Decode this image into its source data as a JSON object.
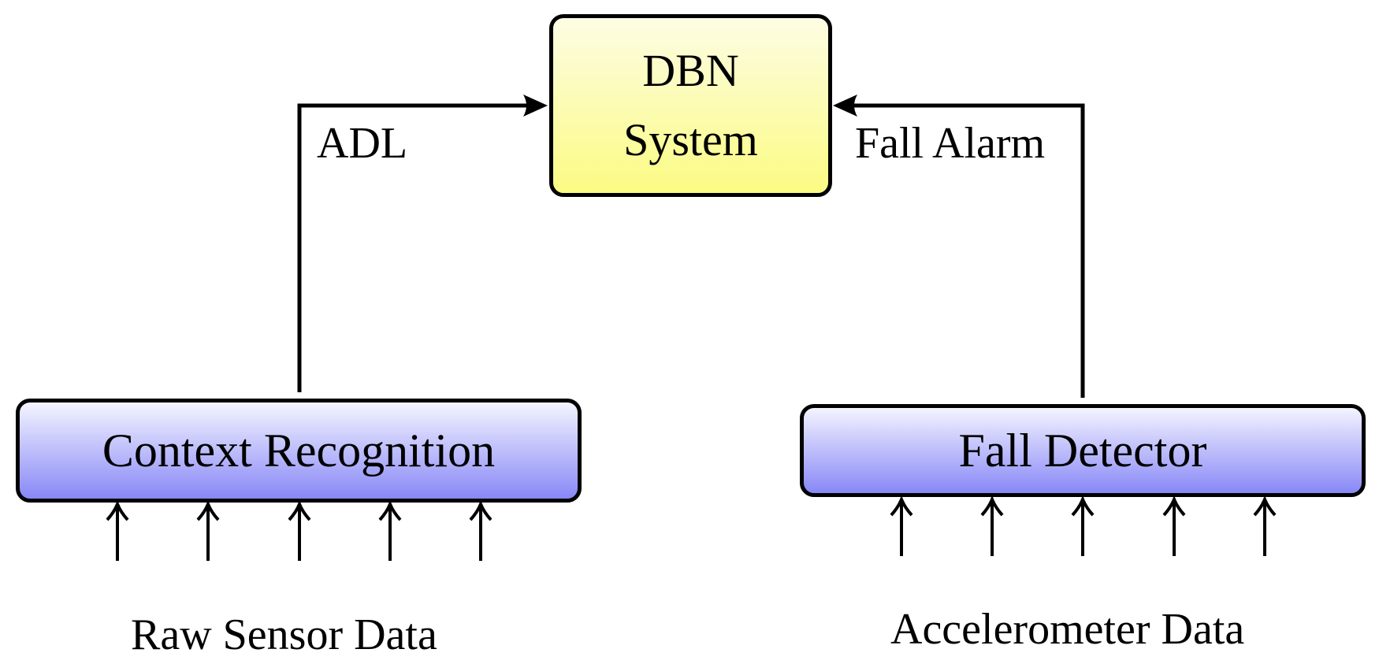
{
  "diagram": {
    "nodes": {
      "dbn": {
        "label": "DBN\nSystem"
      },
      "context": {
        "label": "Context Recognition"
      },
      "fall_detector": {
        "label": "Fall Detector"
      }
    },
    "edges": {
      "adl": {
        "label": "ADL"
      },
      "fall_alarm": {
        "label": "Fall Alarm"
      }
    },
    "inputs": {
      "raw_sensor": {
        "label": "Raw Sensor Data",
        "arrow_count": 5
      },
      "accelerometer": {
        "label": "Accelerometer Data",
        "arrow_count": 5
      }
    },
    "colors": {
      "dbn_fill_top": "#fdfde4",
      "dbn_fill_bottom": "#fbfb83",
      "module_fill_top": "#f4f4ff",
      "module_fill_bottom": "#8888f7",
      "stroke": "#000000"
    }
  }
}
